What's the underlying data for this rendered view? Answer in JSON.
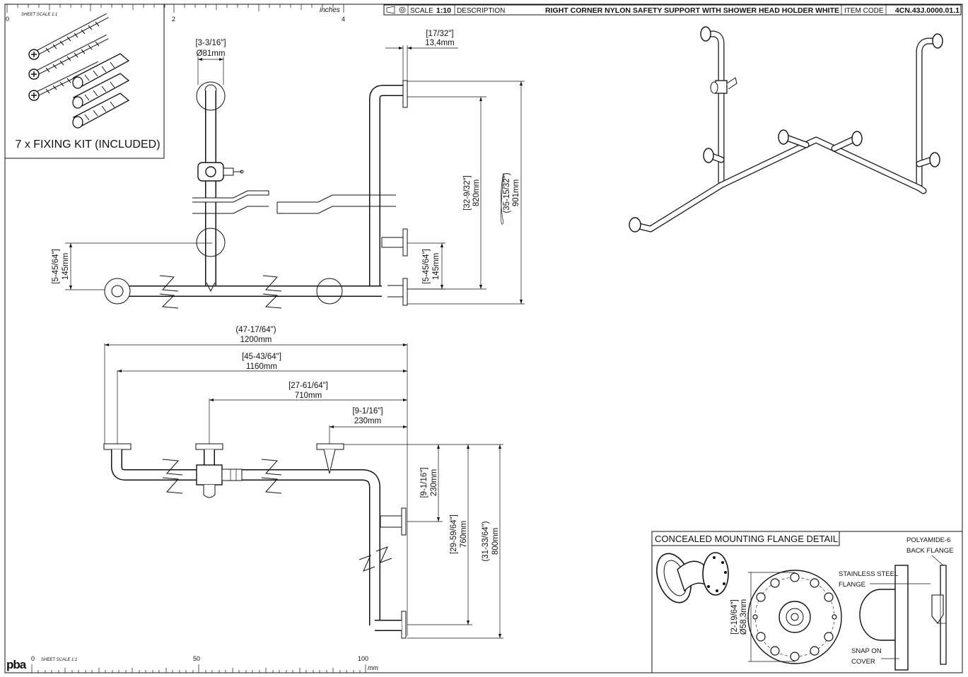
{
  "title_block": {
    "scale_label": "SCALE",
    "scale_value": "1:10",
    "description_label": "DESCRIPTION",
    "description": "RIGHT CORNER NYLON SAFETY SUPPORT WITH SHOWER HEAD HOLDER WHITE",
    "item_code_label": "ITEM CODE",
    "item_code": "4CN.43J.0000.01.1"
  },
  "ruler_top": {
    "label": "SHEET SCALE 1:1",
    "unit": "inches",
    "ticks": [
      "0",
      "2",
      "4"
    ]
  },
  "ruler_bottom": {
    "logo": "pba",
    "label": "SHEET SCALE 1:1",
    "unit": "mm",
    "ticks": [
      "0",
      "50",
      "100"
    ]
  },
  "fixing_kit": {
    "caption": "7 x FIXING KIT (INCLUDED)"
  },
  "front_view": {
    "dims": {
      "flange_dia_in": "[3-3/16\"]",
      "flange_dia_mm": "Ø81mm",
      "offset_in": "[17/32\"]",
      "offset_mm": "13,4mm",
      "height_a_in": "[32-9/32\"]",
      "height_a_mm": "820mm",
      "height_b_in": "(35-15/32\")",
      "height_b_mm": "901mm",
      "left_h_in": "[5-45/64\"]",
      "left_h_mm": "145mm",
      "right_h_in": "[5-45/64\"]",
      "right_h_mm": "145mm"
    }
  },
  "top_view": {
    "dims": {
      "w1200_in": "(47-17/64\")",
      "w1200_mm": "1200mm",
      "w1160_in": "[45-43/64\"]",
      "w1160_mm": "1160mm",
      "w710_in": "[27-61/64\"]",
      "w710_mm": "710mm",
      "w230_in": "[9-1/16\"]",
      "w230_mm": "230mm",
      "d230_in": "[9-1/16\"]",
      "d230_mm": "230mm",
      "d760_in": "[29-59/64\"]",
      "d760_mm": "760mm",
      "d800_in": "(31-33/64\")",
      "d800_mm": "800mm"
    }
  },
  "flange_detail": {
    "title": "CONCEALED MOUNTING FLANGE DETAIL",
    "poly_line1": "POLYAMIDE-6",
    "poly_line2": "BACK FLANGE",
    "steel_line1": "STAINLESS STEEL",
    "steel_line2": "FLANGE",
    "cover_line1": "SNAP ON",
    "cover_line2": "COVER",
    "dia_in": "[2-19/64\"]",
    "dia_mm": "Ø58,3mm"
  }
}
